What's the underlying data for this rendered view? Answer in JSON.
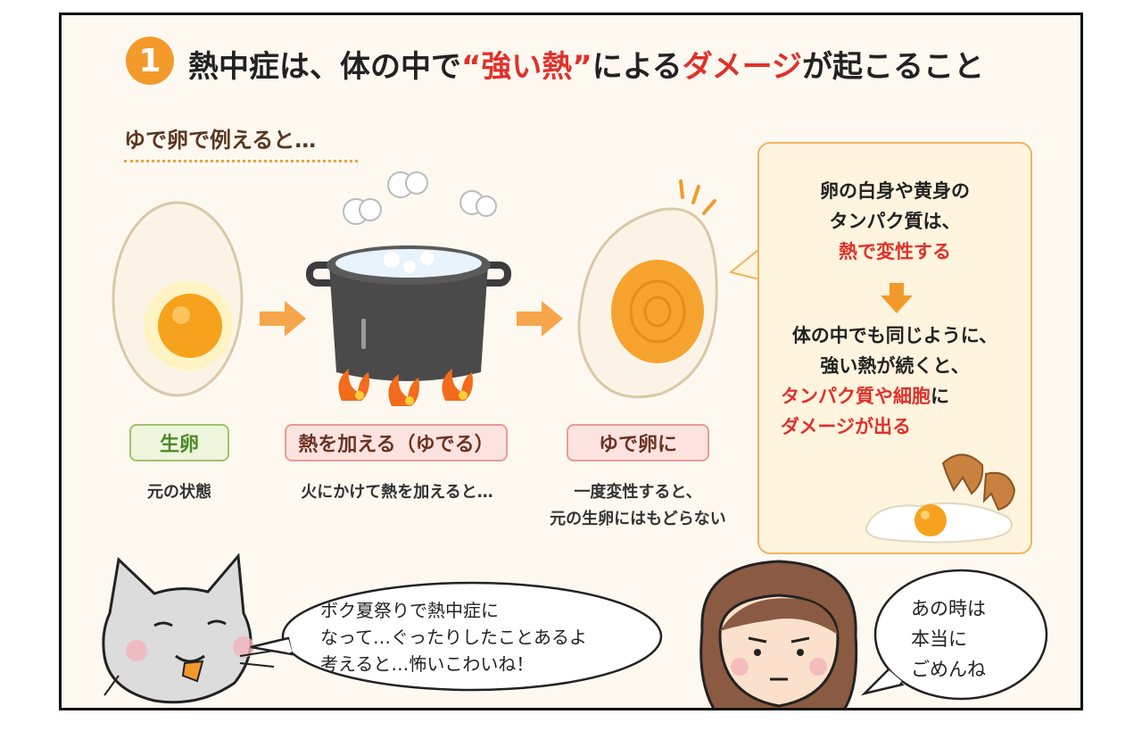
{
  "header": {
    "number": "1",
    "title_before": "熱中症は、体の中で",
    "title_highlight": "“強い熱”",
    "title_mid": "による",
    "title_red": "ダメージ",
    "title_after": "が起こること"
  },
  "subheading": "ゆで卵で例えると…",
  "steps": [
    {
      "label": "生卵",
      "caption": "元の状態"
    },
    {
      "label": "熱を加える（ゆでる）",
      "caption": "火にかけて熱を加えると…"
    },
    {
      "label": "ゆで卵に",
      "caption_line1": "一度変性すると、",
      "caption_line2": "元の生卵にはもどらない"
    }
  ],
  "info": {
    "line1": "卵の白身や黄身の",
    "line2": "タンパク質は、",
    "line3_red": "熱で変性する",
    "line4": "体の中でも同じように、",
    "line5": "強い熱が続くと、",
    "line6_red": "タンパク質や細胞",
    "line6_after": "に",
    "line7_red": "ダメージが出る"
  },
  "cat_speech": {
    "line1": "ボク夏祭りで熱中症に",
    "line2": "なって…ぐったりしたことあるよ",
    "line3": "考えると…怖いこわいね！"
  },
  "woman_speech": {
    "line1": "あの時は",
    "line2": "本当に",
    "line3": "ごめんね"
  },
  "colors": {
    "accent_orange": "#f39a2b",
    "highlight_red": "#e0312a",
    "green_label": "#4e8a2a"
  }
}
